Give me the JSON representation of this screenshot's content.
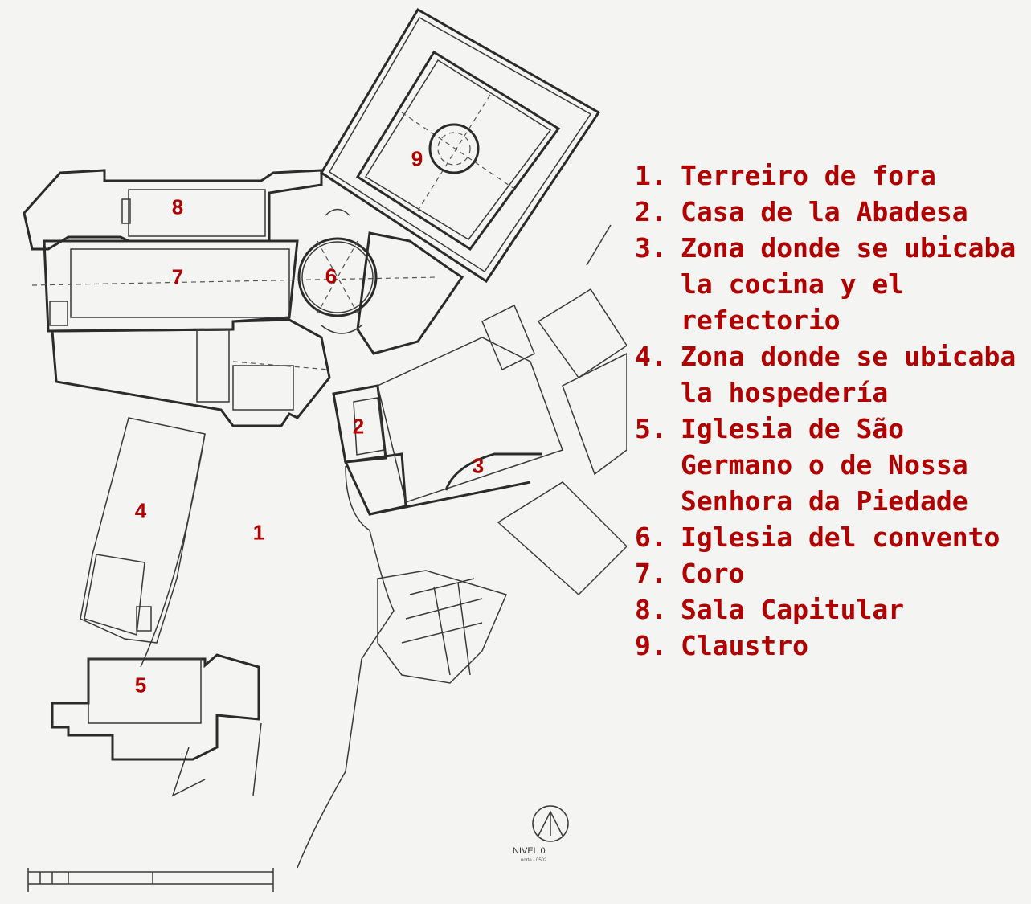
{
  "plan": {
    "labels": [
      {
        "id": "1",
        "text": "1"
      },
      {
        "id": "2",
        "text": "2"
      },
      {
        "id": "3",
        "text": "3"
      },
      {
        "id": "4",
        "text": "4"
      },
      {
        "id": "5",
        "text": "5"
      },
      {
        "id": "6",
        "text": "6"
      },
      {
        "id": "7",
        "text": "7"
      },
      {
        "id": "8",
        "text": "8"
      },
      {
        "id": "9",
        "text": "9"
      }
    ],
    "north_label": "NIVEL 0",
    "north_sub": "norte - 0502"
  },
  "legend": [
    {
      "index": "1.",
      "text": "Terreiro de fora"
    },
    {
      "index": "2.",
      "text": "Casa de la Abadesa"
    },
    {
      "index": "3.",
      "text": "Zona donde se ubicaba la cocina y el refectorio"
    },
    {
      "index": "4.",
      "text": "Zona donde se ubicaba la hospedería"
    },
    {
      "index": "5.",
      "text": "Iglesia de São Germano o de Nossa Senhora da Piedade"
    },
    {
      "index": "6.",
      "text": "Iglesia del convento"
    },
    {
      "index": "7.",
      "text": "Coro"
    },
    {
      "index": "8.",
      "text": "Sala Capitular"
    },
    {
      "index": "9.",
      "text": "Claustro"
    }
  ],
  "colors": {
    "label": "#b00000",
    "wall": "#2b2b2b",
    "background": "#f4f4f2"
  }
}
